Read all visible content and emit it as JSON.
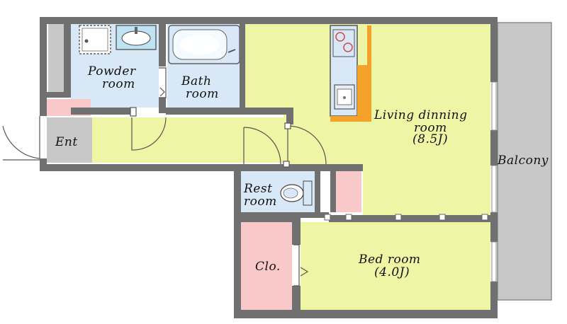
{
  "rooms": {
    "powder_line1": "Powder",
    "powder_line2": "room",
    "bath_line1": "Bath",
    "bath_line2": "room",
    "entrance": "Ent",
    "living_line1": "Living dinning",
    "living_line2": "room",
    "living_size": "(8.5J)",
    "rest_line1": "Rest",
    "rest_line2": "room",
    "closet": "Clo.",
    "bedroom": "Bed room",
    "bedroom_size": "(4.0J)",
    "balcony": "Balcony"
  },
  "colors": {
    "wall": "#707070",
    "living_floor": "#eef5a4",
    "wet_area": "#d8e8f6",
    "closet": "#f9c8c8",
    "entrance_floor": "#c8c8c8",
    "kitchen_accent": "#f5a22a",
    "balcony": "#c8c8c8"
  }
}
